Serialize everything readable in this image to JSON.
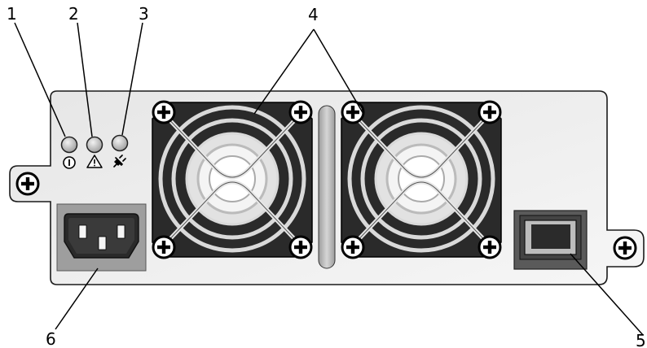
{
  "callouts": {
    "c1": "1",
    "c2": "2",
    "c3": "3",
    "c4": "4",
    "c5": "5",
    "c6": "6"
  },
  "colors": {
    "panel_fill": "#ececec",
    "panel_stroke": "#1a1a1a",
    "fan_dark": "#2a2a2a",
    "fan_ring": "#d9d9d9",
    "led_fill": "#bdbdbd",
    "connector_bg": "#9e9e9e",
    "switch_outer": "#5a5a5a",
    "switch_inner": "#2b2b2b",
    "divider_fill": "#b8b8b8"
  },
  "icons": {
    "led1_symbol": "power-symbol-icon",
    "led2_symbol": "warning-triangle-icon",
    "led3_symbol": "ac-plug-icon"
  }
}
